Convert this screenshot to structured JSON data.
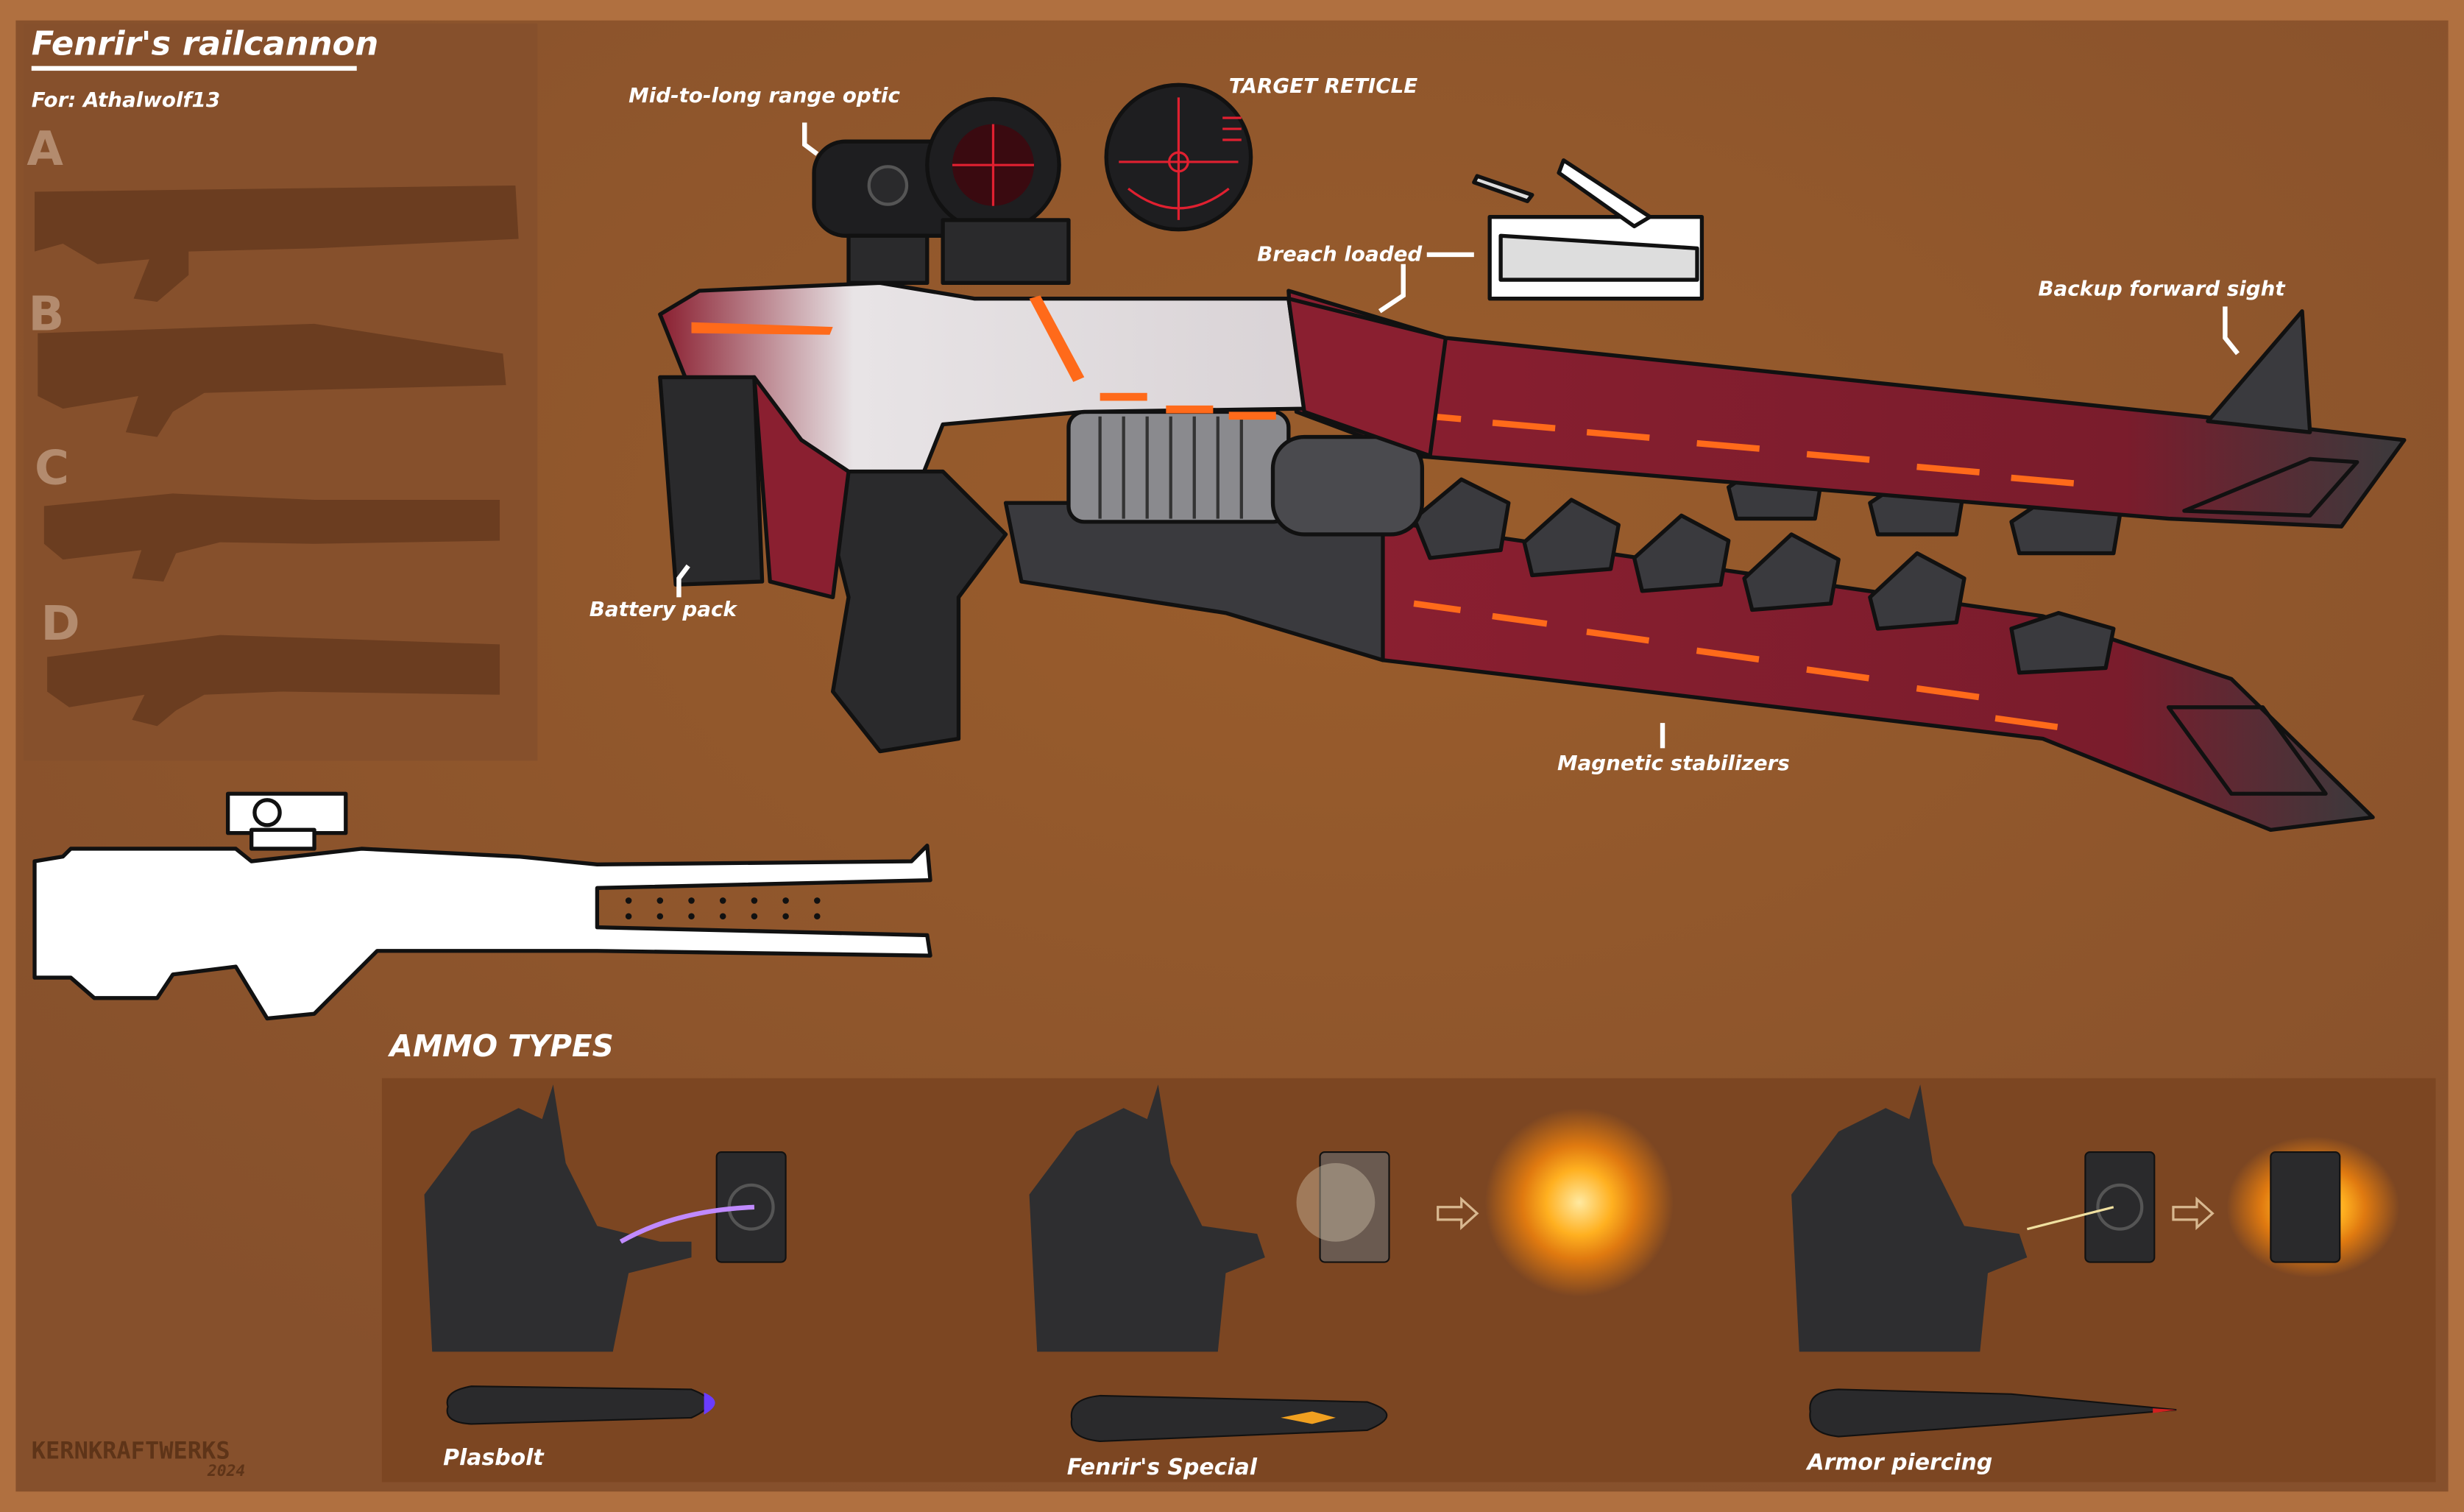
{
  "header": {
    "title": "Fenrir's railcannon",
    "subtitle": "For: Athalwolf13"
  },
  "variants": [
    {
      "letter": "A"
    },
    {
      "letter": "B"
    },
    {
      "letter": "C"
    },
    {
      "letter": "D"
    }
  ],
  "callouts": {
    "optic": "Mid-to-long range optic",
    "reticle": "TARGET RETICLE",
    "breach": "Breach loaded",
    "forward_sight": "Backup forward sight",
    "battery": "Battery pack",
    "stabilizers": "Magnetic stabilizers"
  },
  "ammo": {
    "heading": "AMMO TYPES",
    "types": [
      {
        "name": "Plasbolt",
        "tip_color": "#6a3cff"
      },
      {
        "name": "Fenrir's Special",
        "tip_color": "#f0a020"
      },
      {
        "name": "Armor piercing",
        "tip_color": "#d02020"
      }
    ]
  },
  "watermark": {
    "studio": "KERNKRAFTWERKS",
    "year": "2024"
  },
  "colors": {
    "frame": "#b07040",
    "panel": "#8b5430",
    "accent_maroon": "#8a1f30",
    "glow": "#ff6a1a"
  }
}
